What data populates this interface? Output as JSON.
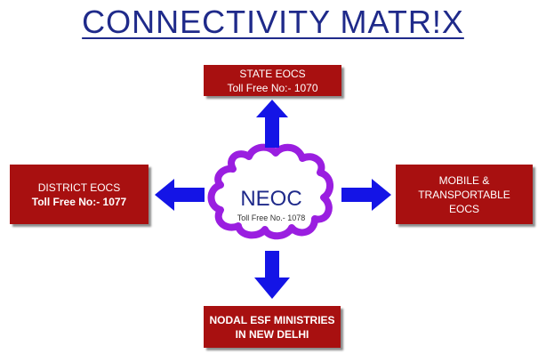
{
  "title": "CONNECTIVITY MATR!X",
  "center": {
    "name": "NEOC",
    "toll_free": "Toll Free No.- 1078"
  },
  "nodes": {
    "state": {
      "line1": "STATE EOCS",
      "line2": "Toll Free No:- 1070"
    },
    "district": {
      "line1": "DISTRICT EOCS",
      "line2": "Toll Free No:- 1077"
    },
    "mobile": {
      "line1": "MOBILE &",
      "line2": "TRANSPORTABLE",
      "line3": "EOCS"
    },
    "nodal": {
      "line1": "NODAL ESF MINISTRIES",
      "line2": "IN NEW DELHI"
    }
  },
  "colors": {
    "box_fill": "#a81010",
    "arrow_fill": "#1414e6",
    "cloud_stroke": "#9a1ee0",
    "title_color": "#1f2a8a"
  },
  "icons": {
    "center_shape": "cloud-icon",
    "connectors": "arrow-icon"
  }
}
